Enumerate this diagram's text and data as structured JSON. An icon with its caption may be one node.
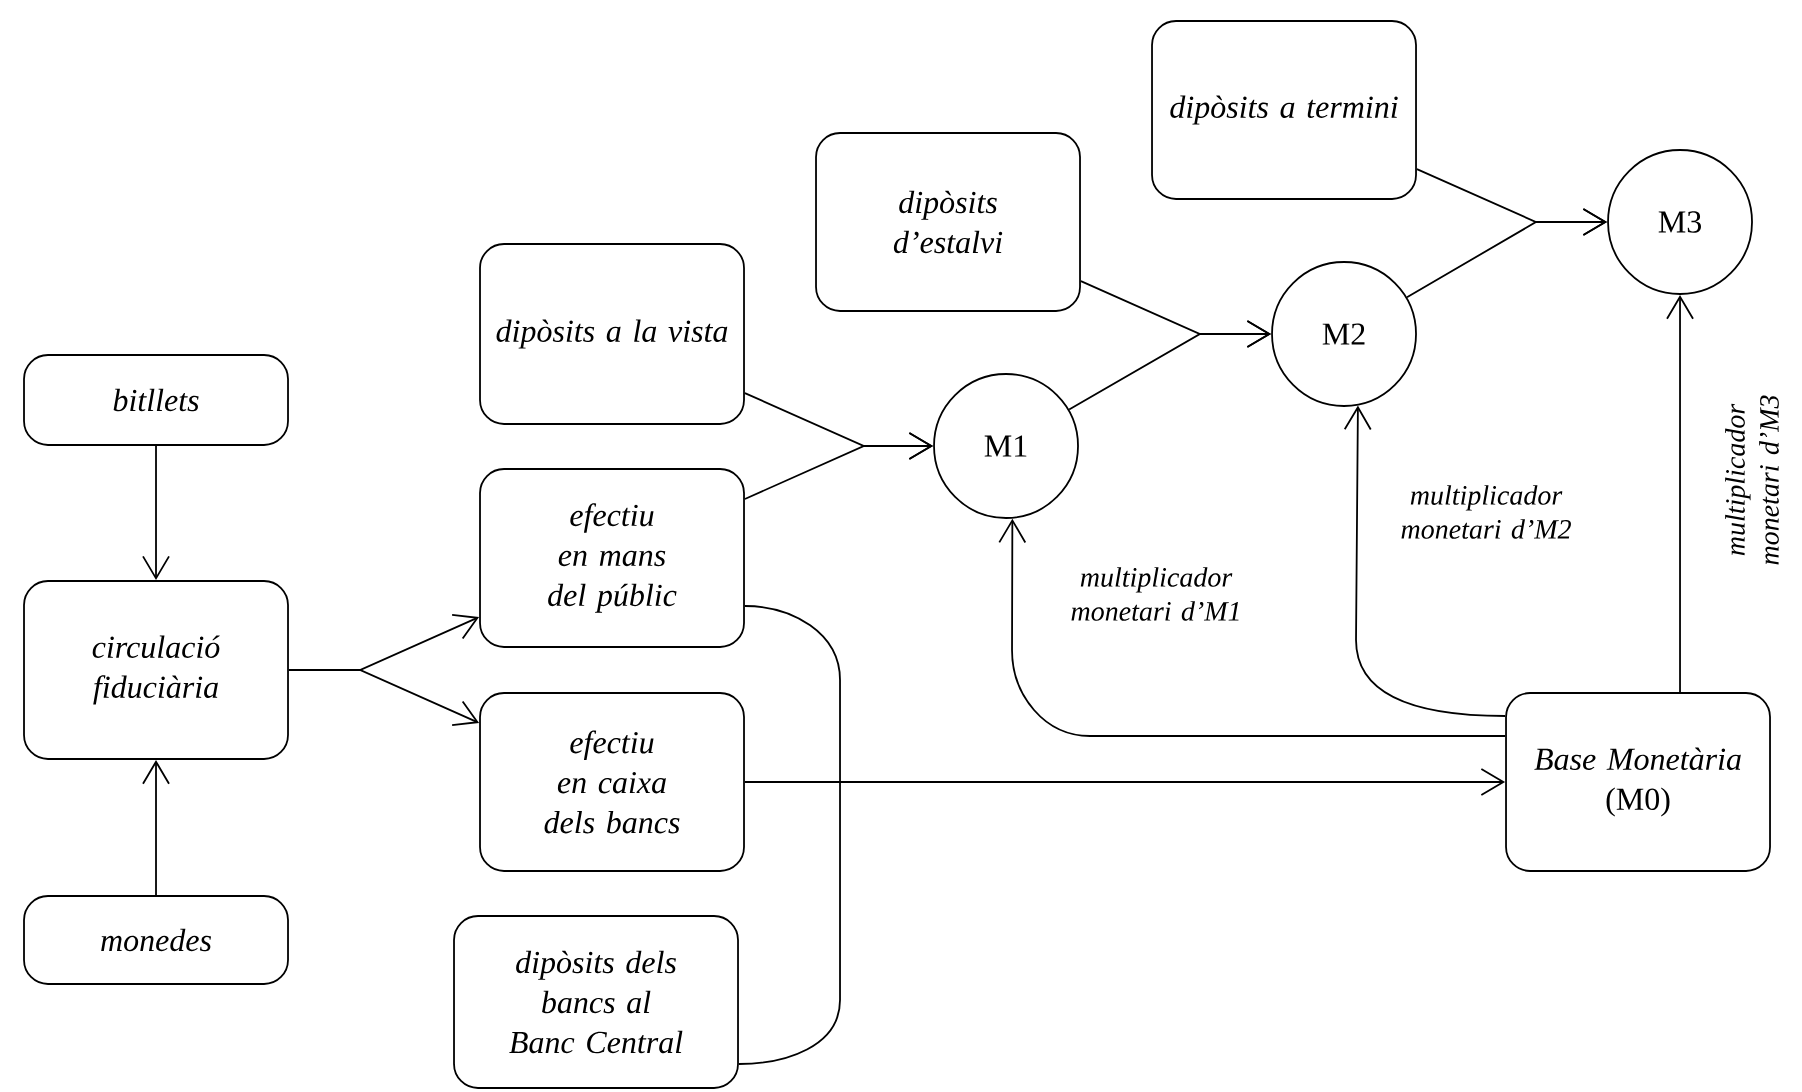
{
  "diagram": {
    "nodes": [
      {
        "text": [
          "bitllets"
        ]
      },
      {
        "text": [
          "circulació fiduciària"
        ]
      },
      {
        "text": [
          "monedes"
        ]
      },
      {
        "text": [
          "dipòsits a la vista"
        ]
      },
      {
        "text": [
          "efectiu en mans del públic"
        ]
      },
      {
        "text": [
          "efectiu en caixa dels bancs"
        ]
      },
      {
        "text": [
          "dipòsits dels bancs al Banc Central"
        ]
      },
      {
        "text": [
          "M1"
        ]
      },
      {
        "text": [
          "dipòsits d’estalvi"
        ]
      },
      {
        "text": [
          "M2"
        ]
      },
      {
        "text": [
          "dipòsits a termini"
        ]
      },
      {
        "text": [
          "M3"
        ]
      },
      {
        "text": [
          "*Base Monetària* (M0)"
        ]
      }
    ],
    "edges": [
      {
        "from": 0,
        "to": 1,
        "arrow": "to"
      },
      {
        "from": 2,
        "to": 1,
        "arrow": "to"
      },
      {
        "from": 1,
        "to": 4,
        "arrow": "to"
      },
      {
        "from": 1,
        "to": 5,
        "arrow": "to"
      },
      {
        "from": 3,
        "to": 7,
        "arrow": "to"
      },
      {
        "from": 4,
        "to": 7,
        "arrow": "to"
      },
      {
        "from": 8,
        "to": 9,
        "arrow": "to"
      },
      {
        "from": 7,
        "to": 9,
        "arrow": "to"
      },
      {
        "from": 10,
        "to": 11,
        "arrow": "to"
      },
      {
        "from": 9,
        "to": 11,
        "arrow": "to"
      },
      {
        "from": 5,
        "to": 12,
        "arrow": "to"
      },
      {
        "from": 4,
        "to": 6,
        "arrow": "none"
      },
      {
        "from": 12,
        "to": 7,
        "arrow": "to",
        "label": "multiplicador monetari d’M1"
      },
      {
        "from": 12,
        "to": 9,
        "arrow": "to",
        "label": "multiplicador monetari d’M2"
      },
      {
        "from": 12,
        "to": 11,
        "arrow": "to",
        "label": "multiplicador monetari d’M3"
      }
    ]
  }
}
